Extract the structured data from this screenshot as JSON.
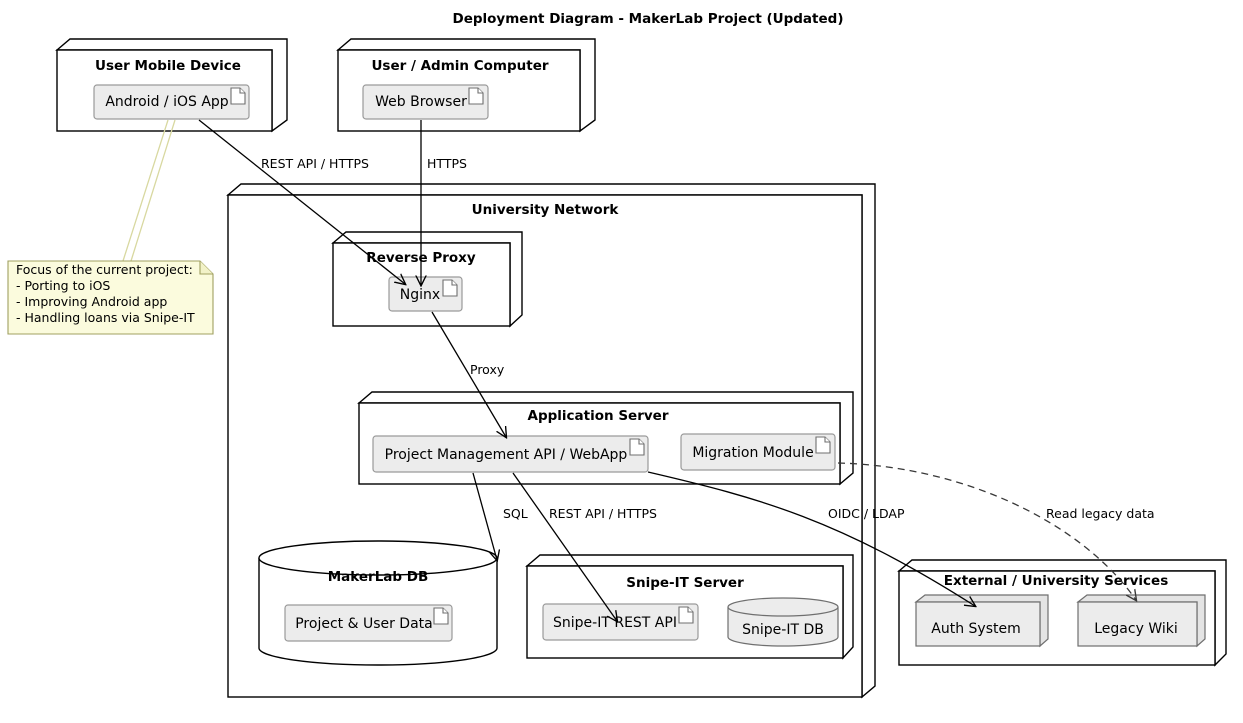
{
  "diagram": {
    "title": "Deployment Diagram - MakerLab Project (Updated)",
    "type": "uml-deployment-diagram"
  },
  "nodes": {
    "user_mobile_device": {
      "title": "User Mobile Device",
      "artifacts": [
        {
          "label": "Android / iOS App",
          "icon": "document-icon"
        }
      ]
    },
    "user_admin_computer": {
      "title": "User / Admin Computer",
      "artifacts": [
        {
          "label": "Web Browser",
          "icon": "document-icon"
        }
      ]
    },
    "university_network": {
      "title": "University Network"
    },
    "reverse_proxy": {
      "title": "Reverse Proxy",
      "artifacts": [
        {
          "label": "Nginx",
          "icon": "document-icon"
        }
      ]
    },
    "application_server": {
      "title": "Application Server",
      "artifacts": [
        {
          "label": "Project Management API / WebApp",
          "icon": "document-icon"
        },
        {
          "label": "Migration Module",
          "icon": "document-icon"
        }
      ]
    },
    "makerlab_db": {
      "title": "MakerLab DB",
      "shape": "database-cylinder",
      "artifacts": [
        {
          "label": "Project & User Data",
          "icon": "document-icon"
        }
      ]
    },
    "snipeit_server": {
      "title": "Snipe-IT Server",
      "artifacts": [
        {
          "label": "Snipe-IT REST API",
          "icon": "document-icon"
        },
        {
          "label": "Snipe-IT DB",
          "icon": "database-cylinder"
        }
      ]
    },
    "external_services": {
      "title": "External / University Services",
      "artifacts": [
        {
          "label": "Auth System",
          "icon": "node-3d"
        },
        {
          "label": "Legacy Wiki",
          "icon": "node-3d"
        }
      ]
    }
  },
  "connections": [
    {
      "id": "mobile-to-proxy",
      "label": "REST API / HTTPS",
      "style": "solid",
      "from": "Android / iOS App",
      "to": "Nginx"
    },
    {
      "id": "browser-to-proxy",
      "label": "HTTPS",
      "style": "solid",
      "from": "Web Browser",
      "to": "Nginx"
    },
    {
      "id": "proxy-to-app",
      "label": "Proxy",
      "style": "solid",
      "from": "Nginx",
      "to": "Project Management API / WebApp"
    },
    {
      "id": "app-to-db",
      "label": "SQL",
      "style": "solid",
      "from": "Project Management API / WebApp",
      "to": "MakerLab DB"
    },
    {
      "id": "app-to-snipeit",
      "label": "REST API / HTTPS",
      "style": "solid",
      "from": "Project Management API / WebApp",
      "to": "Snipe-IT REST API"
    },
    {
      "id": "app-to-auth",
      "label": "OIDC / LDAP",
      "style": "solid",
      "from": "Project Management API / WebApp",
      "to": "Auth System"
    },
    {
      "id": "migration-to-wiki",
      "label": "Read legacy data",
      "style": "dashed",
      "from": "Migration Module",
      "to": "Legacy Wiki"
    }
  ],
  "note": {
    "lines": [
      "Focus of the current project:",
      "- Porting to iOS",
      "- Improving Android app",
      "- Handling loans via Snipe-IT"
    ],
    "attached_to": "Android / iOS App",
    "fill_color": "#fbfbdd"
  },
  "colors": {
    "background": "#ffffff",
    "stroke": "#000000",
    "artifact_fill": "#ececec",
    "note_fill": "#fbfbdd",
    "note_border": "#a0a060"
  }
}
